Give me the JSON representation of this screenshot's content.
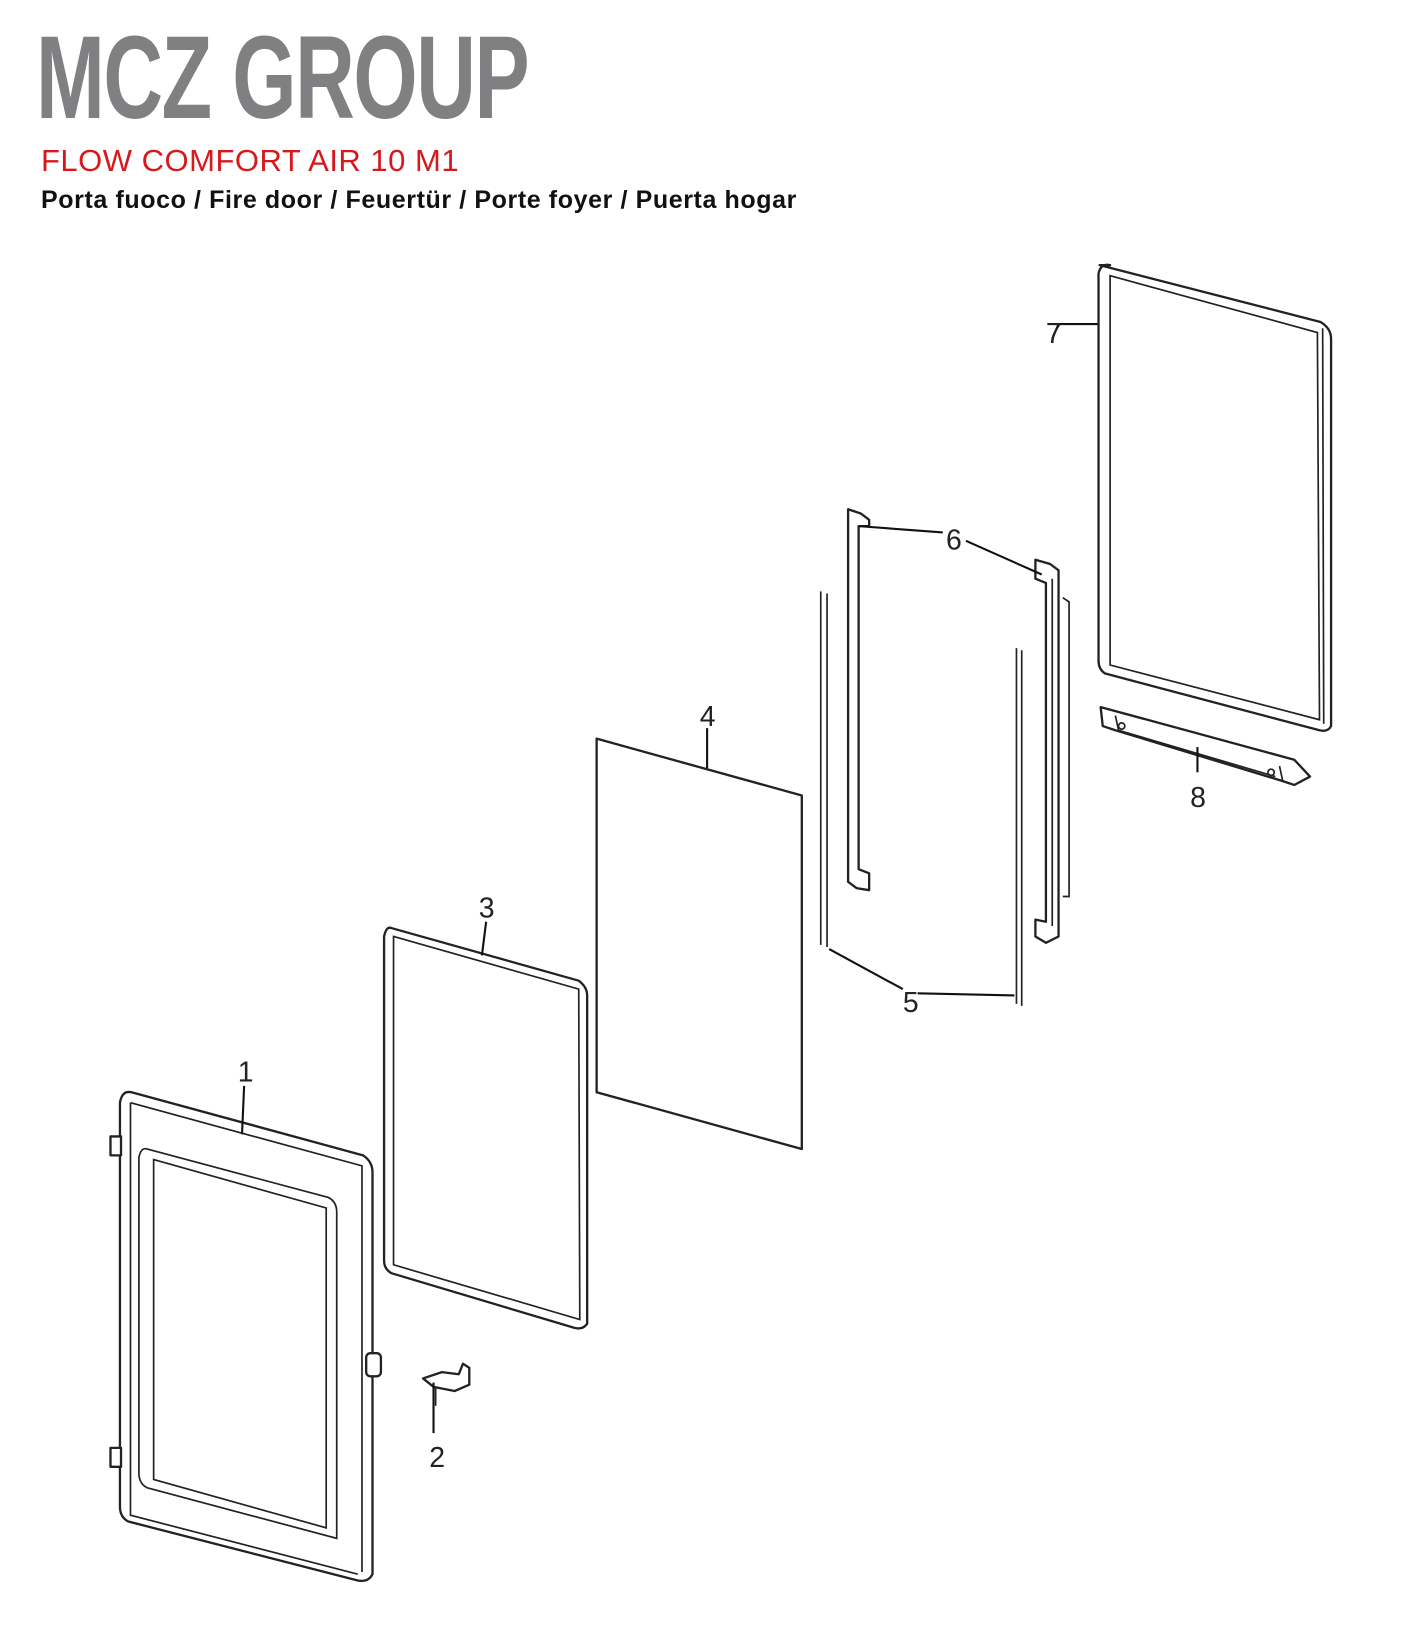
{
  "header": {
    "brand": "MCZ GROUP",
    "model": "FLOW COMFORT AIR 10 M1",
    "subtitle": "Porta fuoco / Fire door / Feuertür / Porte foyer / Puerta hogar"
  },
  "colors": {
    "brand": "#808083",
    "model": "#d7191c"
  },
  "parts": [
    {
      "number": "1",
      "name": "door"
    },
    {
      "number": "2",
      "name": "handle"
    },
    {
      "number": "3",
      "name": "gasket"
    },
    {
      "number": "4",
      "name": "glass"
    },
    {
      "number": "5",
      "name": "side-gaskets"
    },
    {
      "number": "6",
      "name": "glass-brackets"
    },
    {
      "number": "7",
      "name": "frame"
    },
    {
      "number": "8",
      "name": "bottom-bracket"
    }
  ]
}
